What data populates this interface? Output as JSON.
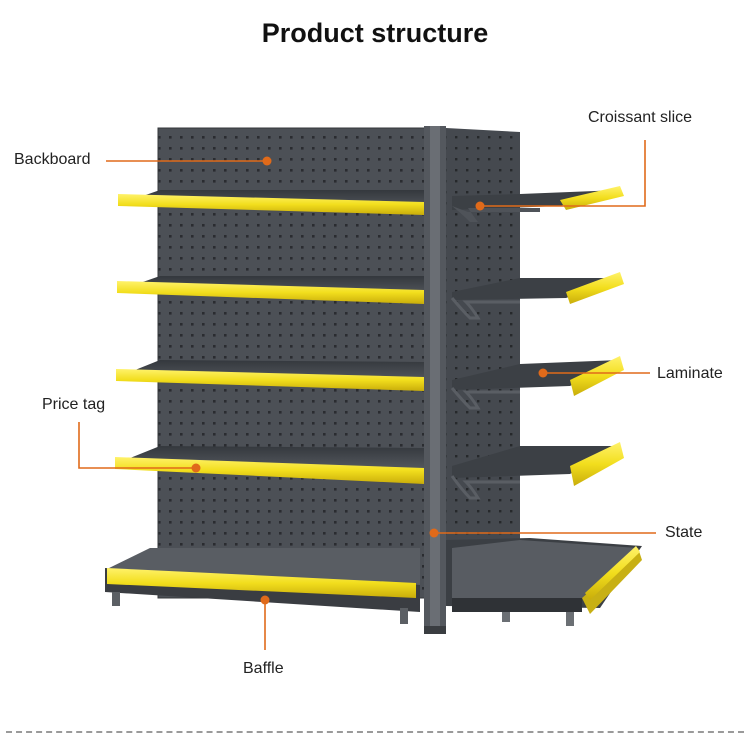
{
  "title": "Product structure",
  "labels": {
    "backboard": "Backboard",
    "croissant_slice": "Croissant slice",
    "laminate": "Laminate",
    "price_tag": "Price tag",
    "state": "State",
    "baffle": "Baffle"
  },
  "colors": {
    "leader": "#e06a1a",
    "shelf_dark": "#3e4247",
    "panel": "#4a4e54",
    "price_strip": "#f2de1d"
  }
}
